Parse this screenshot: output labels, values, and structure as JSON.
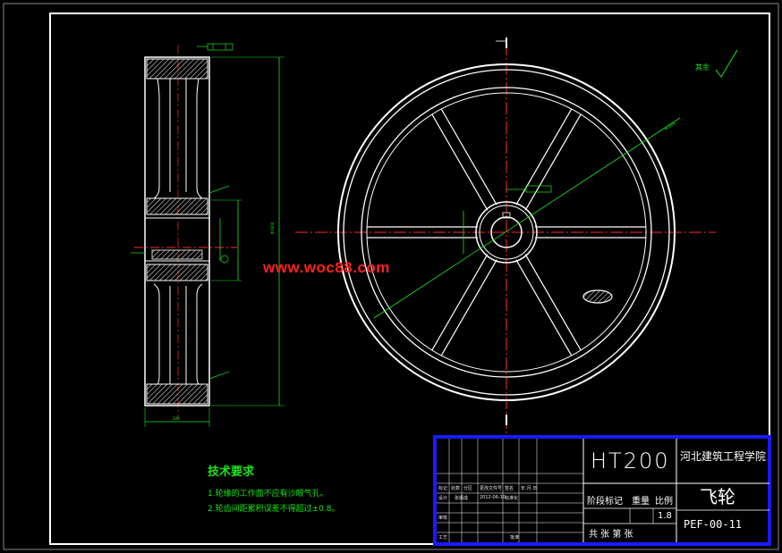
{
  "watermark": "www.woc88.com",
  "roughness_note": "其余",
  "technical_requirements": {
    "title": "技术要求",
    "items": [
      "1.轮缘的工作面不应有沙眼气孔。",
      "2.轮齿间距累积误差不得超过±0.8。"
    ]
  },
  "title_block": {
    "material": "HT200",
    "school": "河北建筑工程学院",
    "part_name": "飞轮",
    "drawing_no": "PEF-00-11",
    "stage_label": "阶段标记",
    "weight_label": "重量",
    "scale_label": "比例",
    "scale_value": "1.8",
    "sheets_label": "共   张   第   张",
    "small_row_labels": [
      "标记",
      "处数",
      "分区",
      "更改文件号",
      "签名",
      "年.月.日"
    ],
    "design_row": [
      "设计",
      "张振成",
      "2012-06-10",
      "标准化"
    ],
    "review_label": "审核",
    "process_label": "工艺",
    "approve_label": "批准"
  },
  "colors": {
    "background": "#000000",
    "drawing_line": "#ffffff",
    "center_line": "#ff2a2a",
    "dimension": "#19e619",
    "frame": "#ffffff",
    "title_block_frame": "#1a1aff",
    "hatch": "#ffffff"
  }
}
